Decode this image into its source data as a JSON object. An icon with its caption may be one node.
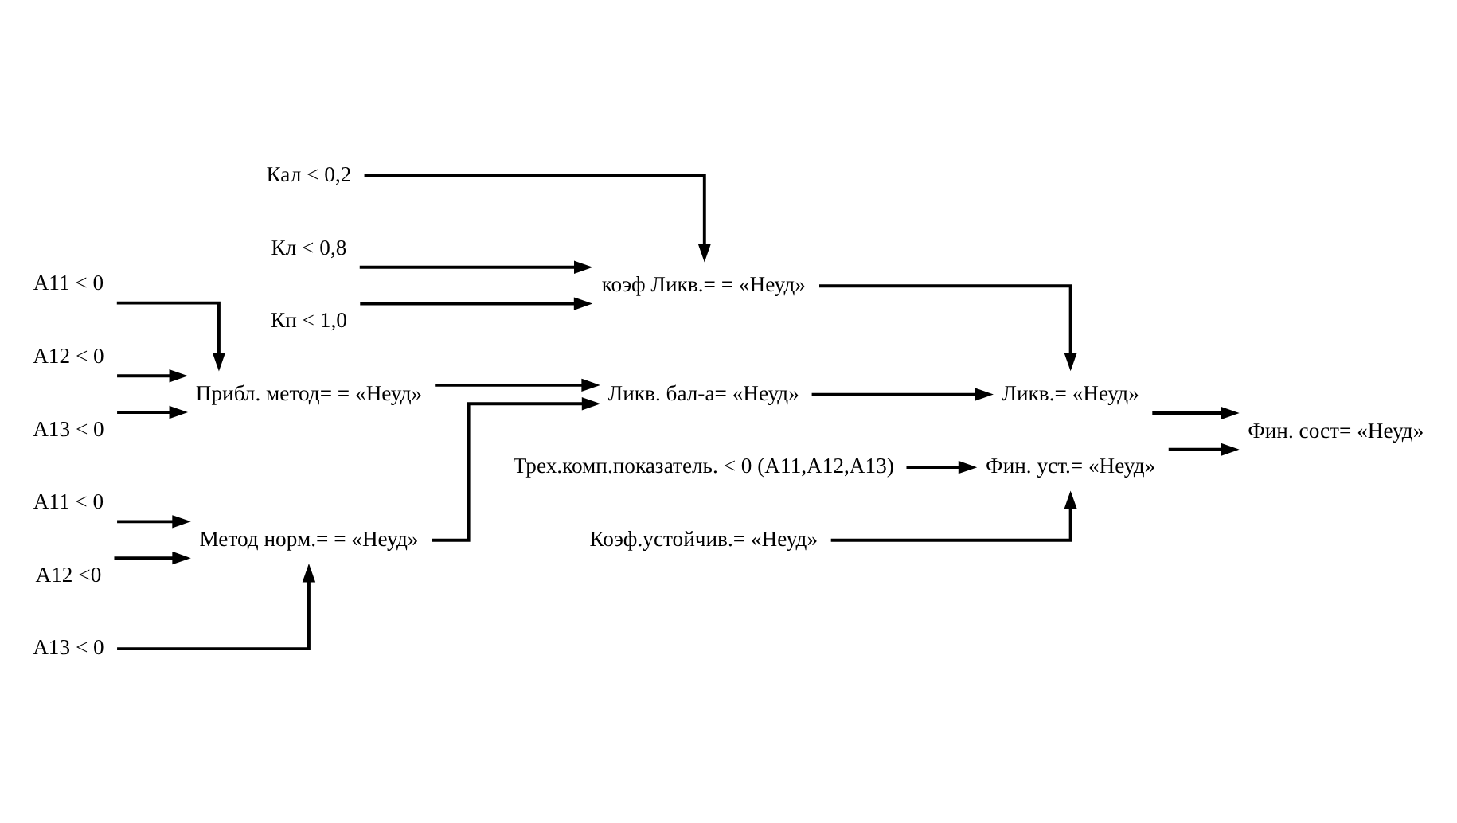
{
  "diagram": {
    "nodes": [
      {
        "text": [
          "Кал < 0,2"
        ]
      },
      {
        "text": [
          "Кл < 0,8"
        ]
      },
      {
        "text": [
          "Кп < 1,0"
        ]
      },
      {
        "text": [
          "коэф Ликв.= = «Неуд»"
        ]
      },
      {
        "text": [
          "A11 < 0"
        ]
      },
      {
        "text": [
          "A12 < 0"
        ]
      },
      {
        "text": [
          "A13 < 0"
        ]
      },
      {
        "text": [
          "Прибл. метод= = «Неуд»"
        ]
      },
      {
        "text": [
          "A11 < 0"
        ]
      },
      {
        "text": [
          "A12 <0"
        ]
      },
      {
        "text": [
          "A13 < 0"
        ]
      },
      {
        "text": [
          "Метод норм.= = «Неуд»"
        ]
      },
      {
        "text": [
          "Ликв. бал-а= «Неуд»"
        ]
      },
      {
        "text": [
          "Ликв.= «Неуд»"
        ]
      },
      {
        "text": [
          "Трех.комп.показатель. < 0 (A11,A12,A13)"
        ]
      },
      {
        "text": [
          "Коэф.устойчив.= «Неуд»"
        ]
      },
      {
        "text": [
          "Фин. уст.= «Неуд»"
        ]
      },
      {
        "text": [
          "Фин. сост= «Неуд»"
        ]
      }
    ],
    "edges": [
      {
        "from": 0,
        "to": 3,
        "arrow": "to"
      },
      {
        "from": 1,
        "to": 3,
        "arrow": "to"
      },
      {
        "from": 2,
        "to": 3,
        "arrow": "to"
      },
      {
        "from": 4,
        "to": 7,
        "arrow": "to"
      },
      {
        "from": 5,
        "to": 7,
        "arrow": "to"
      },
      {
        "from": 6,
        "to": 7,
        "arrow": "to"
      },
      {
        "from": 8,
        "to": 11,
        "arrow": "to"
      },
      {
        "from": 9,
        "to": 11,
        "arrow": "to"
      },
      {
        "from": 10,
        "to": 11,
        "arrow": "to"
      },
      {
        "from": 7,
        "to": 12,
        "arrow": "to"
      },
      {
        "from": 11,
        "to": 12,
        "arrow": "to"
      },
      {
        "from": 3,
        "to": 13,
        "arrow": "to"
      },
      {
        "from": 12,
        "to": 13,
        "arrow": "to"
      },
      {
        "from": 14,
        "to": 16,
        "arrow": "to"
      },
      {
        "from": 15,
        "to": 16,
        "arrow": "to"
      },
      {
        "from": 13,
        "to": 17,
        "arrow": "to"
      },
      {
        "from": 16,
        "to": 17,
        "arrow": "to"
      }
    ]
  }
}
